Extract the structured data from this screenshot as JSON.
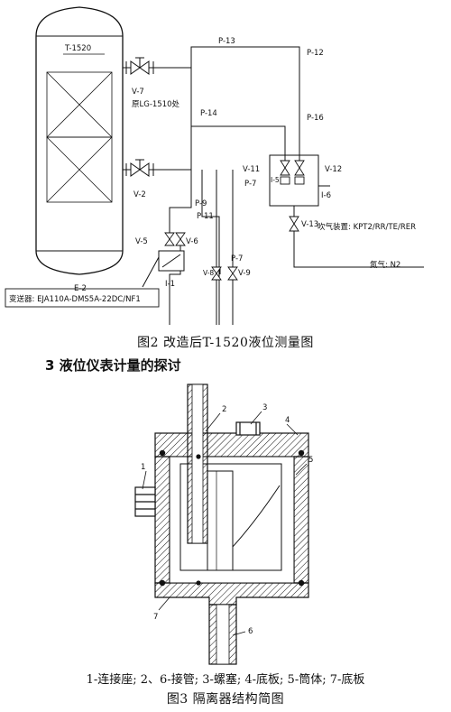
{
  "figure2": {
    "caption": "图2  改造后T-1520液位测量图",
    "labels": {
      "vessel": "T-1520",
      "v7": "V-7",
      "v7_note": "原LG-1510处",
      "v2": "V-2",
      "v5": "V-5",
      "v6": "V-6",
      "v8": "V-8",
      "v9": "V-9",
      "v11": "V-11",
      "v12": "V-12",
      "v13": "V-13",
      "p7_top": "P-7",
      "p7_bottom": "P-7",
      "p9": "P-9",
      "p11": "P-11",
      "p12": "P-12",
      "p13": "P-13",
      "p14": "P-14",
      "p16": "P-16",
      "i1": "I-1",
      "i5": "I-5",
      "i6": "I-6",
      "e2": "E-2",
      "purge": "吹气装置: KPT2/RR/TE/RER",
      "nitrogen": "氮气: N2",
      "transmitter": "变送器: EJA110A-DMS5A-22DC/NF1"
    }
  },
  "section": {
    "heading": "3 液位仪表计量的探讨"
  },
  "figure3": {
    "callouts": [
      "1",
      "2",
      "3",
      "4",
      "5",
      "6",
      "7"
    ],
    "legend": "1-连接座; 2、6-接管; 3-螺塞; 4-底板; 5-筒体; 7-底板",
    "caption": "图3  隔离器结构简图"
  }
}
